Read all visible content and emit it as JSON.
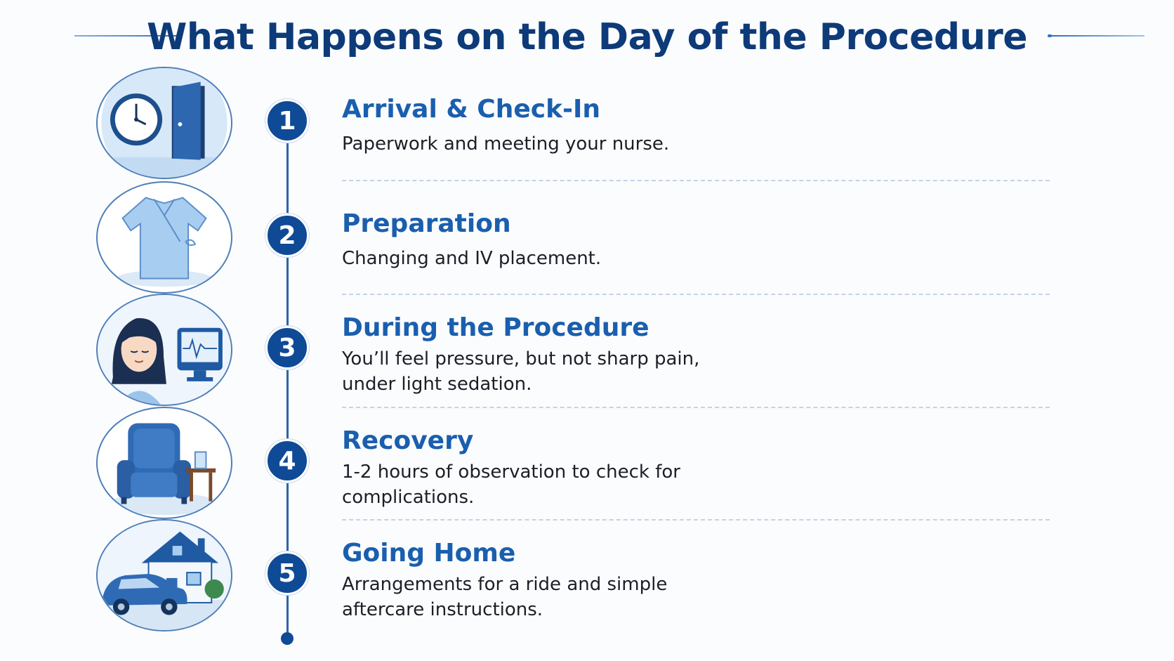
{
  "title": "What Happens on the Day of the Procedure",
  "colors": {
    "title": "#0d3a78",
    "step_title": "#1a5fae",
    "timeline": "#0f4a96",
    "accent_light": "#bcd6f2",
    "text": "#1b1f27"
  },
  "steps": [
    {
      "number": "1",
      "title": "Arrival & Check-In",
      "description": "Paperwork and meeting your nurse.",
      "icon": "clock-and-door-icon"
    },
    {
      "number": "2",
      "title": "Preparation",
      "description": "Changing and IV placement.",
      "icon": "hospital-gown-icon"
    },
    {
      "number": "3",
      "title": "During the Procedure",
      "description": "You’ll feel pressure, but not sharp pain, under light sedation.",
      "icon": "sedated-patient-monitor-icon"
    },
    {
      "number": "4",
      "title": "Recovery",
      "description": "1-2 hours of observation to check for complications.",
      "icon": "recliner-chair-icon"
    },
    {
      "number": "5",
      "title": "Going Home",
      "description": "Arrangements for a ride and simple aftercare instructions.",
      "icon": "house-and-car-icon"
    }
  ]
}
